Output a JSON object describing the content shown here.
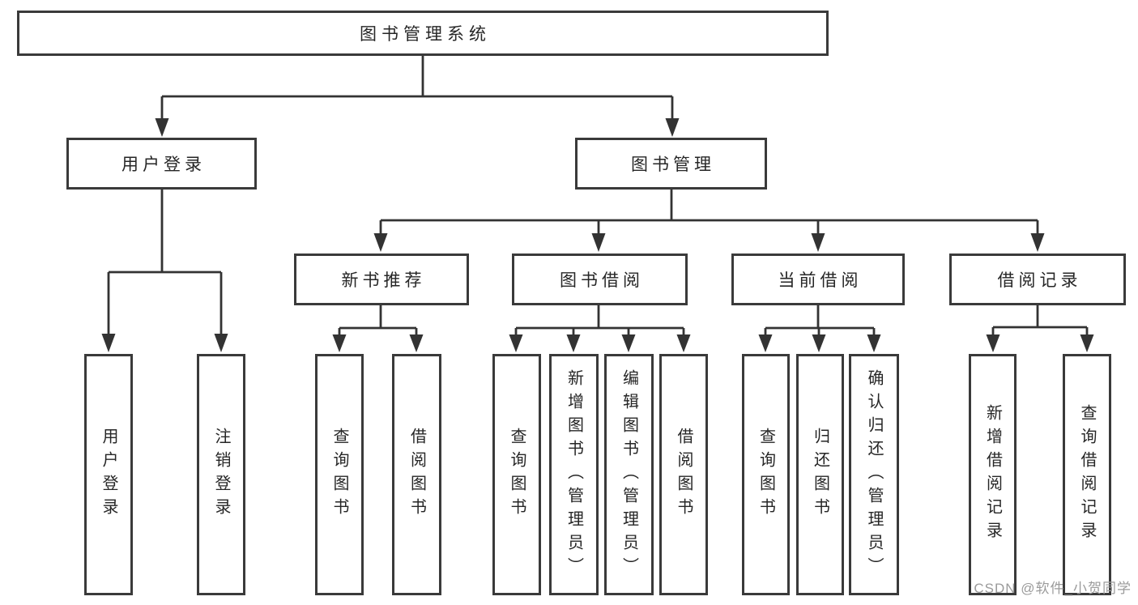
{
  "diagram": {
    "root": {
      "label": "图书管理系统"
    },
    "branches": [
      {
        "label": "用户登录",
        "children": [
          {
            "label": "用户登录"
          },
          {
            "label": "注销登录"
          }
        ]
      },
      {
        "label": "图书管理",
        "children": [
          {
            "label": "新书推荐",
            "children": [
              {
                "label": "查询图书"
              },
              {
                "label": "借阅图书"
              }
            ]
          },
          {
            "label": "图书借阅",
            "children": [
              {
                "label": "查询图书"
              },
              {
                "label": "新增图书（管理员）"
              },
              {
                "label": "编辑图书（管理员）"
              },
              {
                "label": "借阅图书"
              }
            ]
          },
          {
            "label": "当前借阅",
            "children": [
              {
                "label": "查询图书"
              },
              {
                "label": "归还图书"
              },
              {
                "label": "确认归还（管理员）"
              }
            ]
          },
          {
            "label": "借阅记录",
            "children": [
              {
                "label": "新增借阅记录"
              },
              {
                "label": "查询借阅记录"
              }
            ]
          }
        ]
      }
    ]
  },
  "watermark": "CSDN @软件_小贺同学",
  "colors": {
    "background": "#ffffff",
    "line": "#333333",
    "border": "#3a3a3a",
    "text": "#262626",
    "watermark": "#9b9b9b"
  }
}
